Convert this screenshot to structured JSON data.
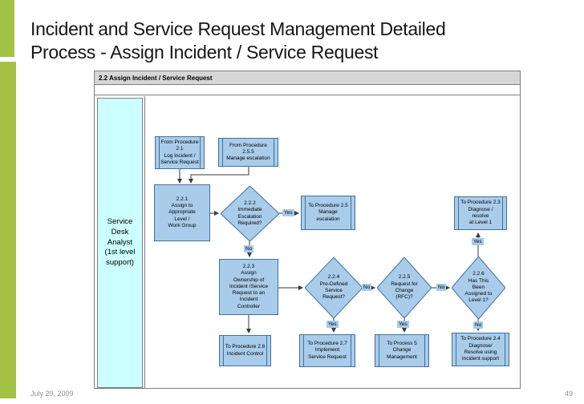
{
  "title": "Incident and Service Request Management Detailed Process - Assign Incident / Service Request",
  "footer": {
    "date": "July 29, 2009",
    "page": "49"
  },
  "labels": {
    "yes": "Yes",
    "no": "No"
  },
  "colors": {
    "accent_green": "#A3C144",
    "node_fill": "#A9CCEA",
    "node_border": "#41719C",
    "lane_fill": "#CCFFFF",
    "header_fill": "#D6D6D6",
    "frame_border": "#7F7F7F"
  },
  "diagram": {
    "header": "2.2 Assign Incident / Service Request",
    "lane": {
      "role_lines": [
        "Service",
        "Desk",
        "Analyst",
        "(1st level",
        "support)"
      ]
    },
    "nodes": {
      "from_2_1": "From Procedure\n2.1\nLog Incident /\nService Request",
      "from_2_5_5": "From Procedure\n2.5.5\nManage escalation",
      "p_2_2_1": "2.2.1\nAssign to\nAppropriate\nLevel /\nWork Group",
      "d_2_2_2": "2.2.2\nImmediate\nEscalation\nRequired?",
      "to_2_5": "To Procedure 2.5\nManage\nescalation",
      "to_2_3": "To Procedure 2.3\nDiagnose /\nresolve\nat Level 1",
      "p_2_2_3": "2.2.3\nAssign\nOwnership of\nIncident /Service\nRequest to an\nIncident\nController",
      "d_2_2_4": "2.2.4\nPre-Defined\nService\nRequest?",
      "d_2_2_5": "2.2.5\nRequest for\nChange\n(RFC)?",
      "d_2_2_6": "2.2.6\nHas This\nBeen\nAssigned to\nLevel 1?",
      "to_2_8": "To Procedure 2.8\nIncident Control",
      "to_2_7": "To Procedure 2.7\nImplement\nService Request",
      "to_p5": "To Process 5\nChange\nManagement",
      "to_2_4": "To Procedure 2.4\nDiagnose/\nResolve using\nIncident support"
    }
  }
}
